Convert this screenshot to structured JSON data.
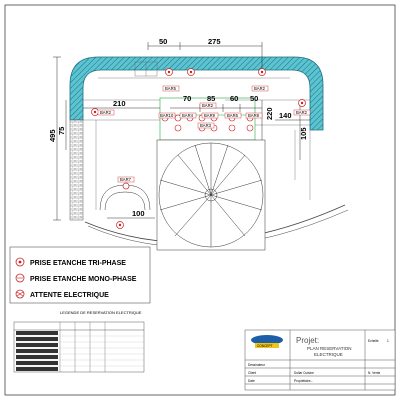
{
  "dimensions": {
    "top_50": "50",
    "top_275": "275",
    "d_210": "210",
    "d_70": "70",
    "d_85": "85",
    "d_60": "60",
    "d_50b": "50",
    "d_220": "220",
    "d_140": "140",
    "d_105": "105",
    "d_495": "495",
    "d_75": "75",
    "d_100": "100"
  },
  "outlet_labels": {
    "bar5": "BAR5",
    "bar2_top": "BAR2",
    "bar2_mid": "BAR2",
    "bar4": "BAR4",
    "bar6": "BAR6",
    "bar9": "BAR9",
    "bar8": "BAR8",
    "bar2_left": "BAR2",
    "bar2_right": "BAR2",
    "bar10": "BAR10",
    "bar3": "BAR3",
    "bar7": "BAR7"
  },
  "legend": {
    "items": [
      {
        "label": "PRISE ETANCHE TRI-PHASE"
      },
      {
        "label": "PRISE ETANCHE MONO-PHASE"
      },
      {
        "label": "ATTENTE ELECTRIQUE"
      }
    ]
  },
  "table": {
    "title": "LEGENDE DE RESERVATION ELECTRIQUE",
    "rows": [
      "",
      "",
      "",
      "",
      "",
      "",
      "",
      ""
    ]
  },
  "title_block": {
    "project_label": "Projet:",
    "plan_title_1": "PLAN RESERVATION",
    "plan_title_2": "ELECTRIQUE",
    "scale": "Echelle:",
    "scale_value": "1",
    "designer_label": "Dessinateur",
    "client_label": "Client",
    "client_value": "Dollar Cuisine",
    "date_label": "Date",
    "date_value": "Propriétaire...",
    "ref": "N. Vente"
  },
  "logo": {
    "text": "CONCEPT"
  },
  "colors": {
    "wall_fill": "#4db8c8",
    "outlet": "#cc2222",
    "dim_line": "#000000",
    "green": "#22aa44"
  }
}
